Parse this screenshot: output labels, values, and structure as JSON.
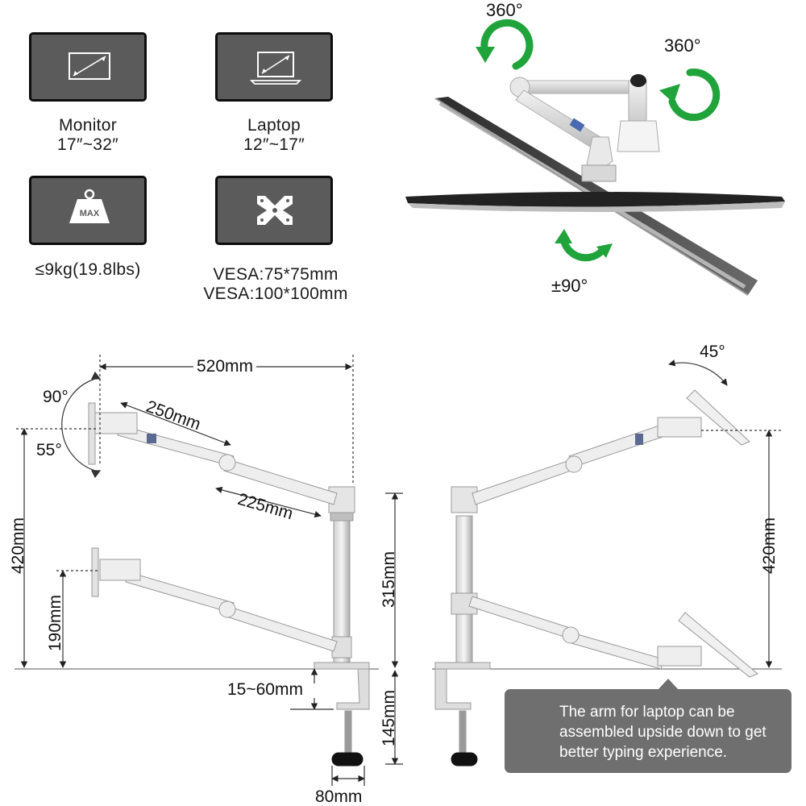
{
  "specs": {
    "monitor": {
      "label": "Monitor",
      "range": "17″~32″"
    },
    "laptop": {
      "label": "Laptop",
      "range": "12″~17″"
    },
    "max_load": {
      "icon_text": "MAX",
      "value": "≤9kg(19.8lbs)"
    },
    "vesa": {
      "line1": "VESA:75*75mm",
      "line2": "VESA:100*100mm"
    }
  },
  "rotation": {
    "top_rotate": "360°",
    "side_rotate": "360°",
    "tilt": "±90°"
  },
  "side_view": {
    "width_total": "520mm",
    "arm1": "250mm",
    "arm2": "225mm",
    "tilt_up": "90°",
    "tilt_down": "55°",
    "height_total": "420mm",
    "height_low": "190mm",
    "pole": "315mm",
    "clamp_range": "15~60mm",
    "clamp_depth": "145mm",
    "base_width": "80mm"
  },
  "laptop_view": {
    "tray_angle": "45°",
    "height_total": "420mm"
  },
  "note": {
    "icon": "warning-icon",
    "text": "The arm for laptop can be assembled upside down to get better typing experience."
  },
  "colors": {
    "arrow_green": "#1fa33a",
    "card_gray": "#5b5b5b",
    "note_gray": "#6f6f6f",
    "warning_orange": "#f39c23"
  }
}
